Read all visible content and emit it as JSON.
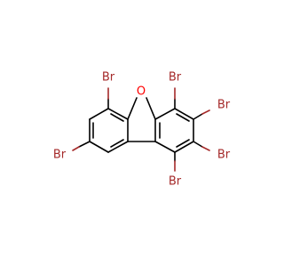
{
  "molecule": {
    "colors": {
      "bond": "#000000",
      "bromine": "#a52a2a",
      "oxygen": "#ff0000",
      "background": "#ffffff"
    },
    "atom_labels": {
      "oxygen": "O",
      "br_4": "Br",
      "br_6": "Br",
      "br_3": "Br",
      "br_8": "Br",
      "br_2": "Br",
      "br_1": "Br"
    }
  }
}
